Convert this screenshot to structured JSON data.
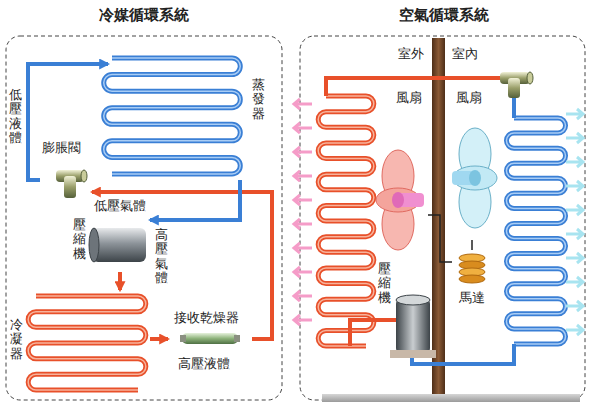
{
  "diagram": {
    "nodes": [
      {
        "text": [
          "冷媒循環系統"
        ]
      },
      {
        "text": [
          "蒸發器"
        ],
        "in": 0
      },
      {
        "text": [
          "膨脹閥"
        ],
        "in": 0
      },
      {
        "text": [
          "壓縮機"
        ],
        "in": 0
      },
      {
        "text": [
          "冷凝器"
        ],
        "in": 0
      },
      {
        "text": [
          "接收乾燥器"
        ],
        "in": 0
      },
      {
        "text": [
          "空氣循環系統"
        ]
      },
      {
        "text": [
          "風扇"
        ],
        "in": 6
      },
      {
        "text": [
          "風扇"
        ],
        "in": 6
      },
      {
        "text": [
          "壓縮機"
        ],
        "in": 6
      },
      {
        "text": [
          "馬達"
        ],
        "in": 6
      }
    ],
    "edges": [
      {
        "from": 3,
        "to": 4,
        "arrow": "to"
      },
      {
        "from": 4,
        "to": 5,
        "arrow": "to"
      },
      {
        "from": 5,
        "to": 2,
        "arrow": "to"
      },
      {
        "from": 2,
        "to": 1,
        "arrow": "to"
      },
      {
        "from": 1,
        "to": 3,
        "arrow": "to"
      },
      {
        "from": 10,
        "to": 7,
        "arrow": "none"
      },
      {
        "from": 10,
        "to": 8,
        "arrow": "none"
      }
    ],
    "labels": [
      "低壓液體",
      "低壓氣體",
      "高壓氣體",
      "高壓液體",
      "室外",
      "室內"
    ]
  }
}
